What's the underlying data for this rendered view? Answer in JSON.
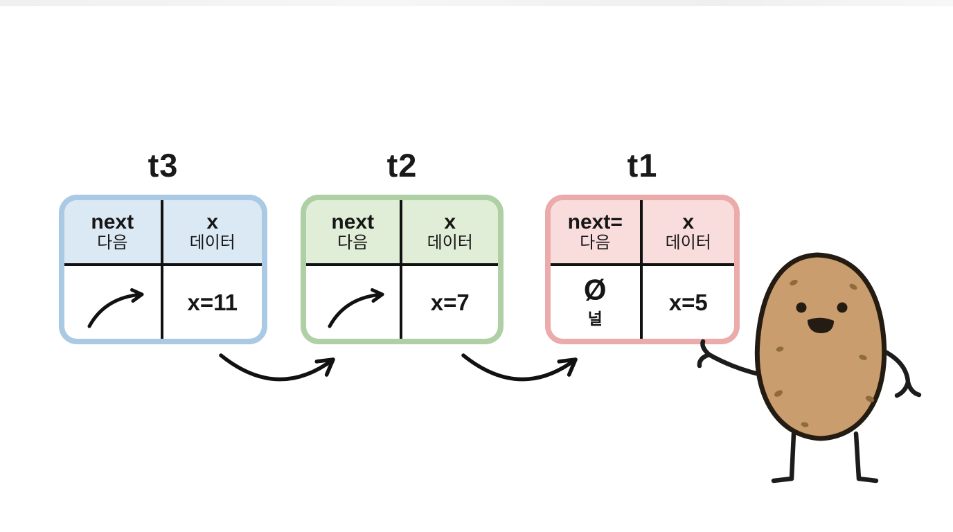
{
  "page": {
    "background_color": "#ffffff",
    "top_band_color": "#f3f3f3"
  },
  "diagram": {
    "line_color": "#111111",
    "nodes": [
      {
        "title": "t3",
        "colors": {
          "border": "#a9c9e4",
          "header_fill": "#dbe9f5"
        },
        "header": {
          "next_label": "next",
          "next_sublabel": "다음",
          "data_label": "x",
          "data_sublabel": "데이터"
        },
        "next_cell": {
          "content": "arrow"
        },
        "data_value": "x=11"
      },
      {
        "title": "t2",
        "colors": {
          "border": "#afd0a4",
          "header_fill": "#e0eed7"
        },
        "header": {
          "next_label": "next",
          "next_sublabel": "다음",
          "data_label": "x",
          "data_sublabel": "데이터"
        },
        "next_cell": {
          "content": "arrow"
        },
        "data_value": "x=7"
      },
      {
        "title": "t1",
        "colors": {
          "border": "#ecabab",
          "header_fill": "#f9dcdc"
        },
        "header": {
          "next_label": "next=",
          "next_sublabel": "다음",
          "data_label": "x",
          "data_sublabel": "데이터"
        },
        "next_cell": {
          "content": "null",
          "null_symbol": "Ø",
          "null_sublabel": "널"
        },
        "data_value": "x=5"
      }
    ]
  },
  "character": {
    "type": "potato-mascot",
    "colors": {
      "body": "#c99d6d",
      "outline": "#241c12",
      "spots": "#8f6b3c",
      "limbs": "#1c1c1c"
    }
  }
}
